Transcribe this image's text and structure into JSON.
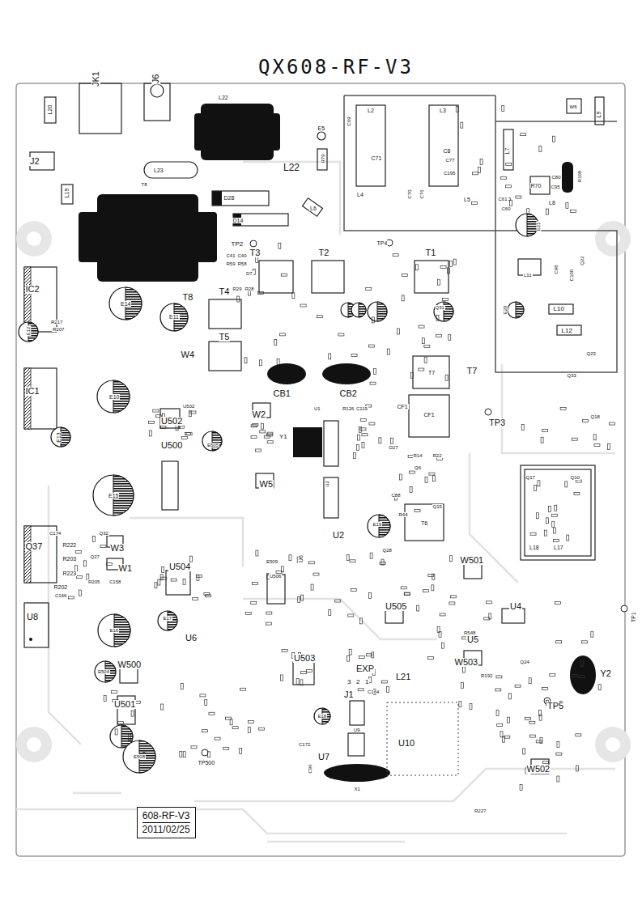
{
  "diagram": {
    "title": "QX608-RF-V3",
    "nodes": [
      {
        "text": [
          "608-RF-V3",
          "2011/02/25"
        ]
      }
    ],
    "labels": [
      "JK1",
      "J6",
      "L20",
      "J2",
      "L19",
      "L22",
      "L22",
      "L23",
      "D28",
      "D14",
      "L6",
      "E5",
      "R79",
      "T8",
      "T8",
      "TP2",
      "T3",
      "T2",
      "TP4",
      "T1",
      "IC2",
      "E14",
      "E11",
      "E12",
      "W4",
      "T4",
      "T5",
      "CB1",
      "CB2",
      "T7",
      "T7",
      "CF1",
      "CF1",
      "IC1",
      "E10",
      "E13",
      "E15",
      "U502",
      "U502",
      "W2",
      "U1",
      "Y1",
      "U2",
      "U2",
      "U500",
      "E505",
      "W5",
      "E19",
      "T6",
      "TP3",
      "Q37",
      "W3",
      "W1",
      "U504",
      "E509",
      "U6",
      "U506",
      "W501",
      "U505",
      "U4",
      "TP1",
      "U8",
      "E16",
      "E17",
      "U6",
      "U5",
      "Y2",
      "W500",
      "E504",
      "U501",
      "E508",
      "U503",
      "EXP",
      "L21",
      "W503",
      "J1",
      "3",
      "2",
      "1",
      "U9",
      "E18",
      "U7",
      "X1",
      "U10",
      "TP5",
      "W502",
      "TP500",
      "E21",
      "E20",
      "L10",
      "L12",
      "L11",
      "L2",
      "L3",
      "L4",
      "L5",
      "L7",
      "L8",
      "W6",
      "L9",
      "R70",
      "R108",
      "L18",
      "L17",
      "C8",
      "C71",
      "C77",
      "C195",
      "C70",
      "C76",
      "C69",
      "C80",
      "C95",
      "C61",
      "C60",
      "C98",
      "C100",
      "Q22",
      "Q23",
      "Q33",
      "Q18",
      "Q17",
      "Q10",
      "Q31",
      "Q28",
      "Q24",
      "R222",
      "R203",
      "R223",
      "R202",
      "C174",
      "Q32",
      "Q27",
      "R205",
      "C158",
      "C166",
      "R217",
      "R207",
      "C41",
      "C40",
      "R59",
      "R58",
      "D7",
      "R29",
      "R28",
      "R22",
      "R14",
      "D27",
      "Q6",
      "Q15",
      "R44",
      "C88",
      "R126",
      "C119",
      "R227",
      "R548",
      "R192",
      "C172",
      "C96",
      "C164"
    ]
  }
}
